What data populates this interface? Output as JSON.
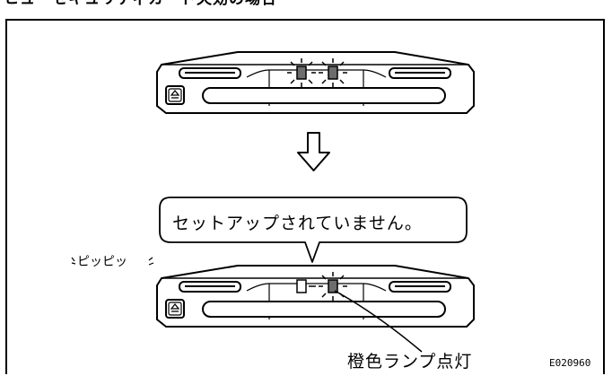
{
  "title_cropped": "ヒューセキュリティカード失効の場合",
  "bubble_message": "セットアップされていません。",
  "beep_sound": "ピッピッ",
  "lamp_label": "橙色ランプ点灯",
  "figure_code": "E020960",
  "icons": {
    "eject": "eject-icon",
    "arrow": "down-arrow-icon"
  },
  "colors": {
    "line": "#000000",
    "lamp_on": "#6d6d6d",
    "background": "#ffffff"
  }
}
